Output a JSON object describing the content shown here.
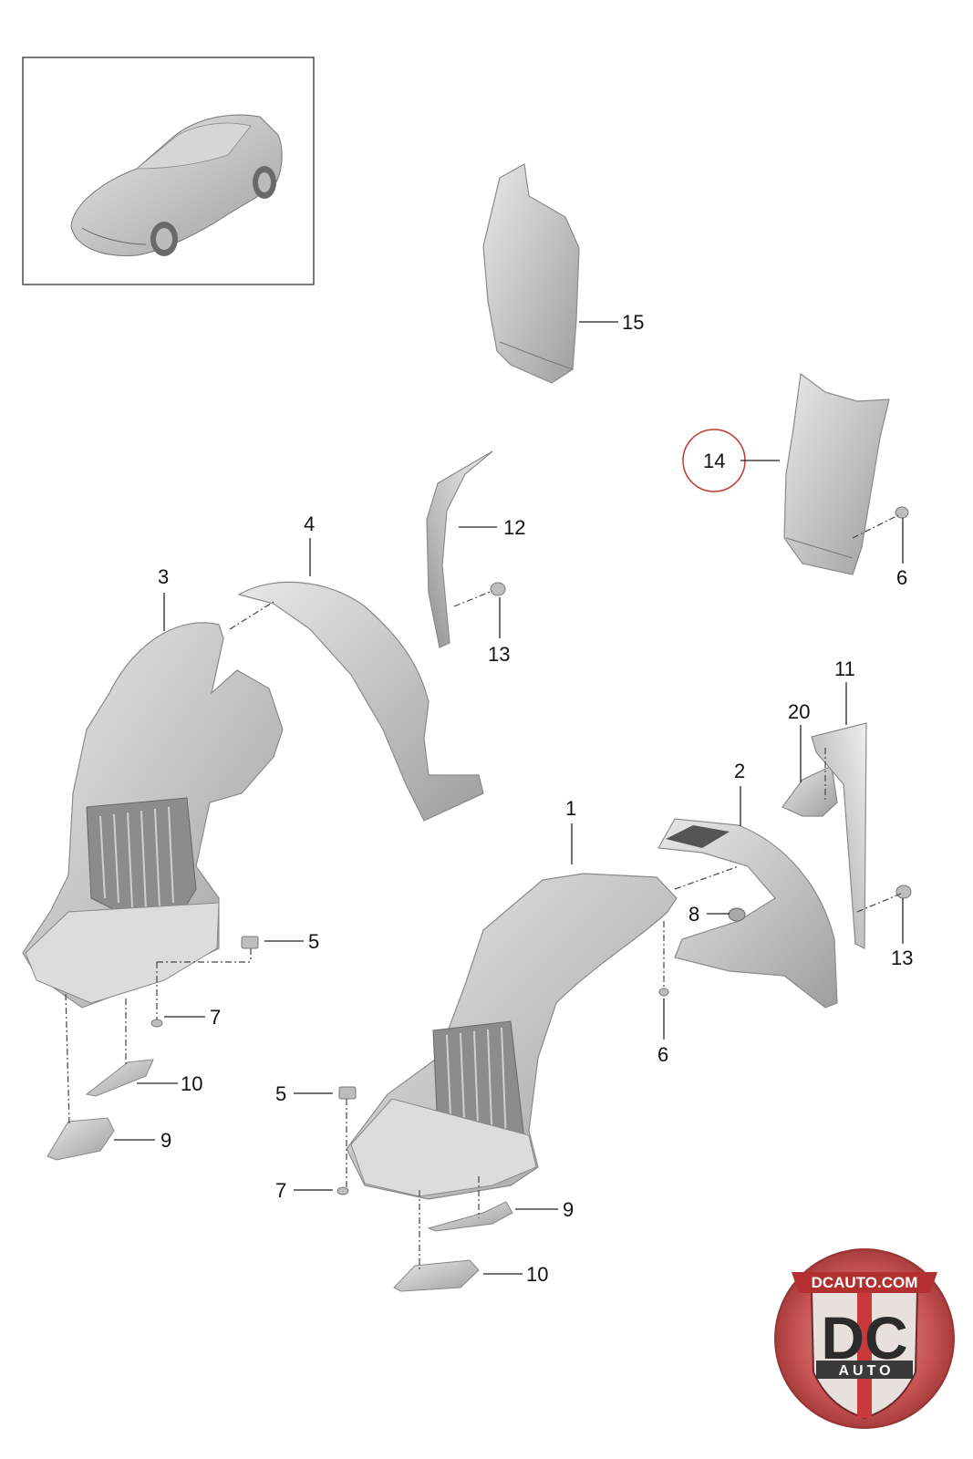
{
  "callouts": {
    "c15": "15",
    "c14": "14",
    "c6a": "6",
    "c12": "12",
    "c4": "4",
    "c3": "3",
    "c13a": "13",
    "c11": "11",
    "c20": "20",
    "c2": "2",
    "c1": "1",
    "c8": "8",
    "c13b": "13",
    "c5a": "5",
    "c7a": "7",
    "c6b": "6",
    "c10a": "10",
    "c9a": "9",
    "c5b": "5",
    "c7b": "7",
    "c9b": "9",
    "c10b": "10"
  },
  "logo": {
    "top": "DCAUTO.COM",
    "main": "DC",
    "bottom": "AUTO"
  },
  "colors": {
    "part_fill": "#c9c9c9",
    "part_light": "#e6e6e6",
    "highlight_circle": "#c0392b",
    "logo_red": "#c84a4a",
    "logo_dark": "#3a3a3a"
  }
}
